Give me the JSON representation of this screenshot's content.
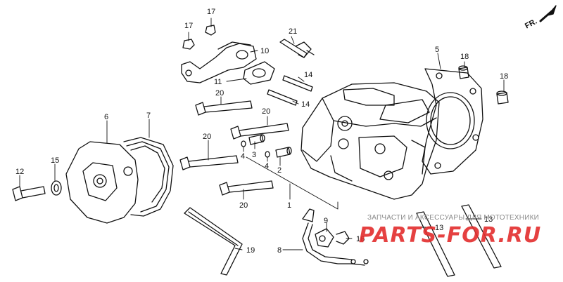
{
  "direction_label": "FR.",
  "watermark": {
    "caption": "ЗАПЧАСТИ И АКСЕССУАРЫ ДЛЯ МОТОТЕХНИКИ",
    "logo": "PARTS-FOR.RU"
  },
  "callouts": {
    "c1": "1",
    "c2": "2",
    "c3": "3",
    "c4a": "4",
    "c4b": "4",
    "c5": "5",
    "c6": "6",
    "c7": "7",
    "c8": "8",
    "c9": "9",
    "c10": "10",
    "c11": "11",
    "c12": "12",
    "c13a": "13",
    "c13b": "13",
    "c14a": "14",
    "c14b": "14",
    "c15": "15",
    "c16": "16",
    "c17a": "17",
    "c17b": "17",
    "c18a": "18",
    "c18b": "18",
    "c19": "19",
    "c20a": "20",
    "c20b": "20",
    "c20c": "20",
    "c20d": "20",
    "c21": "21"
  }
}
